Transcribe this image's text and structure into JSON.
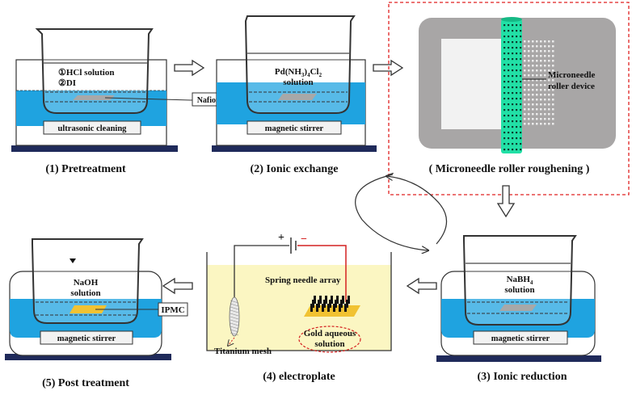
{
  "colors": {
    "water": "#1fa3e0",
    "base": "#1f2a5a",
    "plate": "#f2f2f2",
    "dashed_box": "#e02020",
    "electrolyte": "#fbf6c2",
    "gold": "#f1c232",
    "needle_roller": "#22e0a6",
    "device_bg": "#a8a6a6",
    "red_wire": "#d42020"
  },
  "steps": {
    "s1": {
      "caption": "(1) Pretreatment",
      "solution_line1": "①HCl solution",
      "solution_line2": "②DI",
      "plate": "ultrasonic cleaning"
    },
    "s2": {
      "caption": "(2) Ionic exchange",
      "solution_line1": "Pd(NH",
      "solution_sub1": "3",
      "solution_mid": ")",
      "solution_sub2": "4",
      "solution_end": "Cl",
      "solution_sub3": "2",
      "solution_line2": "solution",
      "plate": "magnetic stirrer"
    },
    "roller": {
      "caption": "( Microneedle roller roughening )",
      "label_line1": "Microneedle",
      "label_line2": "roller device"
    },
    "s3": {
      "caption": "(3) Ionic reduction",
      "solution_line1": "NaBH",
      "solution_sub": "4",
      "solution_line2": "solution",
      "plate": "magnetic stirrer"
    },
    "s4": {
      "caption": "(4) electroplate",
      "plus": "+",
      "minus": "−",
      "spring_label": "Spring needle array",
      "titanium_label": "Titanium mesh",
      "gold_line1": "Gold aqueous",
      "gold_line2": "solution"
    },
    "s5": {
      "caption": "(5) Post treatment",
      "solution_line1": "NaOH",
      "solution_line2": "solution",
      "plate": "magnetic stirrer",
      "ipmc": "IPMC"
    },
    "nafion_label": "Nafion film"
  }
}
